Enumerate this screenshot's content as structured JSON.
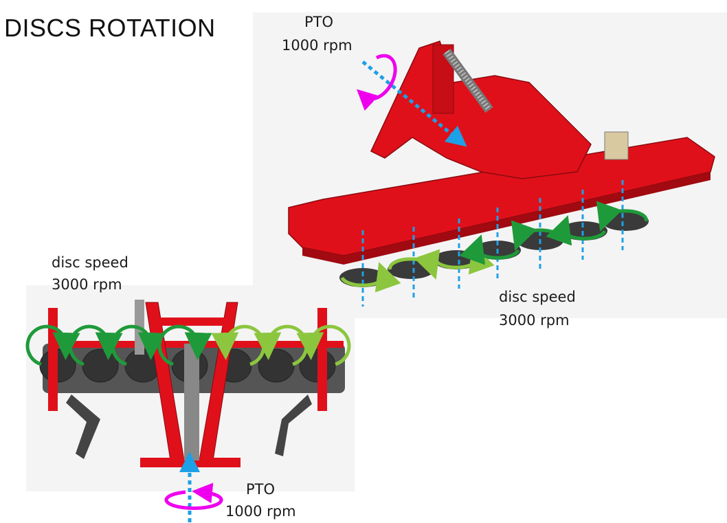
{
  "title": "DISCS ROTATION",
  "top_view": {
    "pto_label": "PTO",
    "pto_speed": "1000 rpm",
    "disc_label": "disc speed",
    "disc_speed": "3000 rpm"
  },
  "bottom_view": {
    "pto_label": "PTO",
    "pto_speed": "1000 rpm",
    "disc_label": "disc speed",
    "disc_speed": "3000 rpm"
  },
  "colors": {
    "frame_red": "#e0101a",
    "frame_dark": "#a00a10",
    "disc_grey": "#3a3a3a",
    "arrow_dark_green": "#1f9a3a",
    "arrow_light_green": "#8cc63f",
    "pto_magenta": "#ee00ee",
    "axis_blue": "#1ea0e6"
  }
}
